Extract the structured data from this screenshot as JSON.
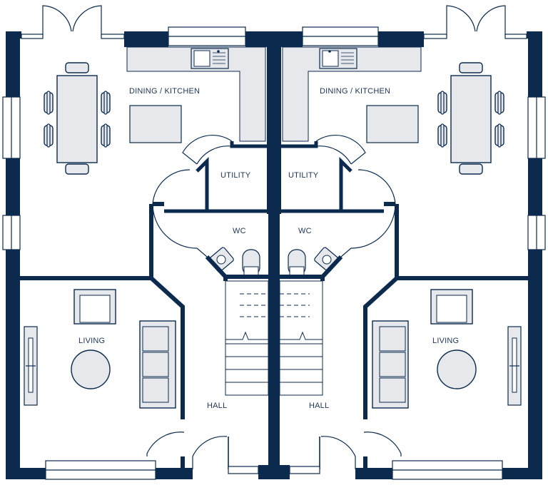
{
  "plan": {
    "colors": {
      "wall": "#0b2a4e",
      "fixture_fill": "#e6e8ec",
      "fixture_stroke": "#0b2a4e",
      "text": "#1e3556"
    },
    "labels": {
      "dining_left": "DINING / KITCHEN",
      "dining_right": "DINING / KITCHEN",
      "utility_left": "UTILITY",
      "utility_right": "UTILITY",
      "wc_left": "WC",
      "wc_right": "WC",
      "living_left": "LIVING",
      "living_right": "LIVING",
      "hall_left": "HALL",
      "hall_right": "HALL"
    }
  }
}
